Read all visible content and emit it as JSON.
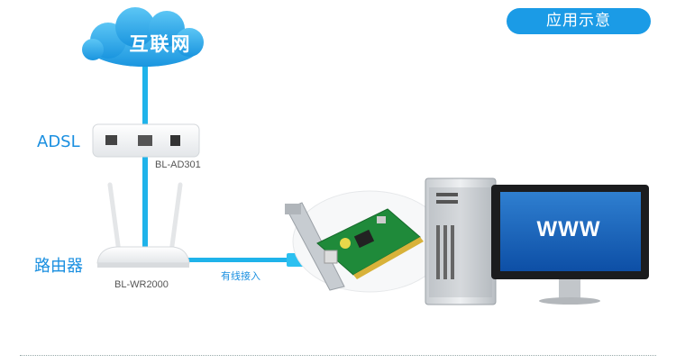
{
  "badge_label": "应用示意",
  "cloud_label": "互联网",
  "adsl": {
    "label": "ADSL",
    "model": "BL-AD301"
  },
  "router": {
    "label": "路由器",
    "model": "BL-WR2000"
  },
  "wired_label": "有线接入",
  "monitor_text": "WWW",
  "colors": {
    "accent": "#1b9be6",
    "cable": "#1fb3ea",
    "cloud": "#2aa8ea"
  }
}
